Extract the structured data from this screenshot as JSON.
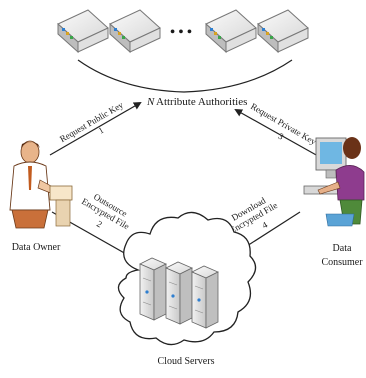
{
  "authorities": {
    "label": "Attribute Authorities",
    "n_symbol": "N",
    "ellipsis": "• • •"
  },
  "actors": {
    "owner": "Data Owner",
    "consumer_line1": "Data",
    "consumer_line2": "Consumer",
    "cloud": "Cloud Servers"
  },
  "steps": {
    "request_public_key": "Request Public Key",
    "step1": "1",
    "request_private_key": "Request Private Key",
    "step3": "3",
    "outsource_line1": "Outsource",
    "outsource_line2": "Encrypted File",
    "step2": "2",
    "download_line1": "Download",
    "download_line2": "Encrypted File",
    "step4": "4"
  }
}
